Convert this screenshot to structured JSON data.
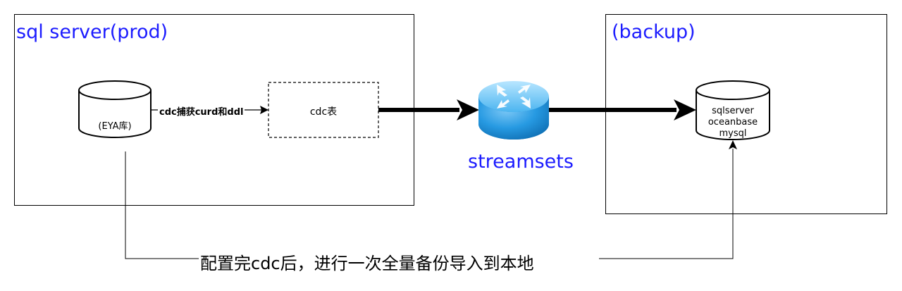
{
  "prod_box": {
    "title": "sql server(prod)"
  },
  "backup_box": {
    "title": "(backup)"
  },
  "source_db": {
    "label": "(EYA库)"
  },
  "capture_edge": {
    "label": "cdc捕获curd和ddl"
  },
  "cdc_table": {
    "label": "cdc表"
  },
  "router": {
    "label": "streamsets"
  },
  "target_db": {
    "lines": [
      "sqlserver",
      "oceanbase",
      "mysql"
    ]
  },
  "bottom_flow": {
    "label": "配置完cdc后，进行一次全量备份导入到本地"
  },
  "colors": {
    "title_blue": "#1c1cff",
    "router_blue": "#2aa0e8",
    "line": "#000000"
  }
}
